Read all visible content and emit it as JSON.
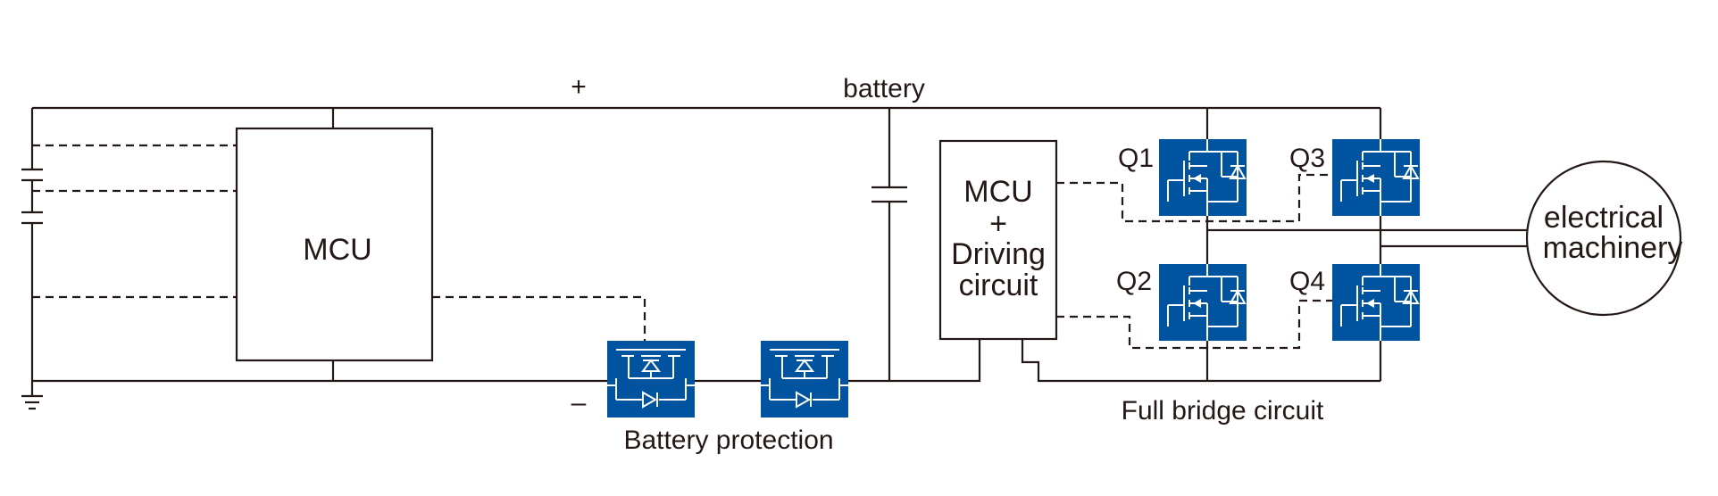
{
  "labels": {
    "plus": "+",
    "minus": "–",
    "battery": "battery",
    "mcu_left": "MCU",
    "driver_line1": "MCU",
    "driver_line2": "+",
    "driver_line3": "Driving",
    "driver_line4": "circuit",
    "q1": "Q1",
    "q2": "Q2",
    "q3": "Q3",
    "q4": "Q4",
    "motor_line1": "electrical",
    "motor_line2": "machinery",
    "battery_protection": "Battery protection",
    "full_bridge": "Full bridge circuit"
  },
  "icons": {
    "mosfet": "mosfet-icon",
    "capacitor": "capacitor-icon",
    "ground": "ground-icon"
  },
  "colors": {
    "mosfet_fill": "#00549f",
    "line": "#231815"
  }
}
